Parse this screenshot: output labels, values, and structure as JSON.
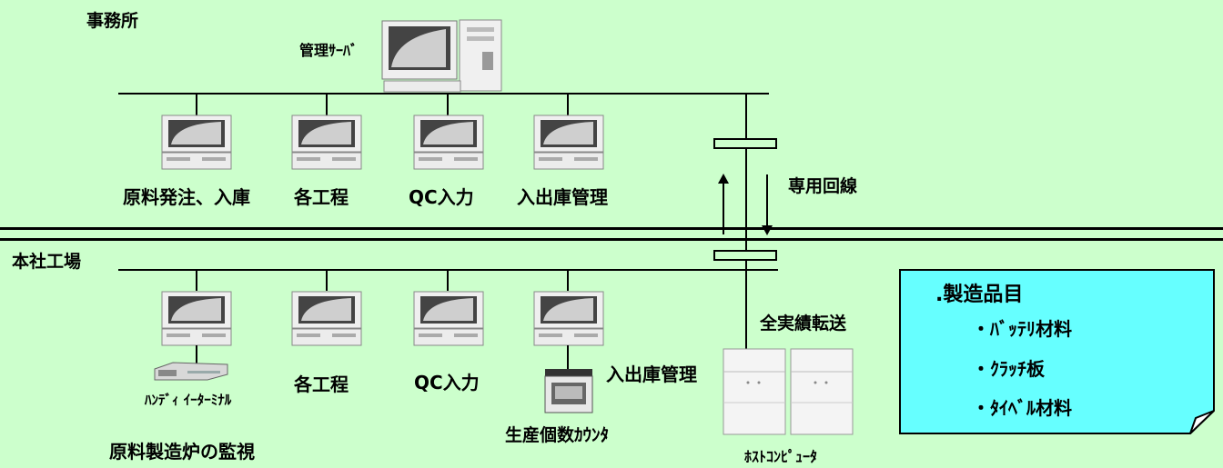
{
  "office": {
    "label": "事務所",
    "server_label": "管理ｻｰﾊﾞ",
    "terminals": [
      "原料発注、入庫",
      "各工程",
      "QC入力",
      "入出庫管理"
    ]
  },
  "link": {
    "leased_line": "専用回線",
    "transfer": "全実績転送"
  },
  "factory": {
    "label": "本社工場",
    "terminals": [
      "各工程",
      "QC入力",
      "入出庫管理"
    ],
    "handy_terminal": "ﾊﾝﾃﾞｨ ｲｰﾀｰﾐﾅﾙ",
    "furnace_monitor": "原料製造炉の監視",
    "counter": "生産個数ｶｳﾝﾀ",
    "host": "ﾎｽﾄｺﾝﾋﾟｭｰﾀ"
  },
  "products": {
    "title": ".製造品目",
    "items": [
      "・ﾊﾞｯﾃﾘ材料",
      "・ｸﾗｯﾁ板",
      "・ﾀｲﾍﾞﾙ材料"
    ]
  },
  "colors": {
    "background": "#ccffcc",
    "note": "#66ffff"
  }
}
